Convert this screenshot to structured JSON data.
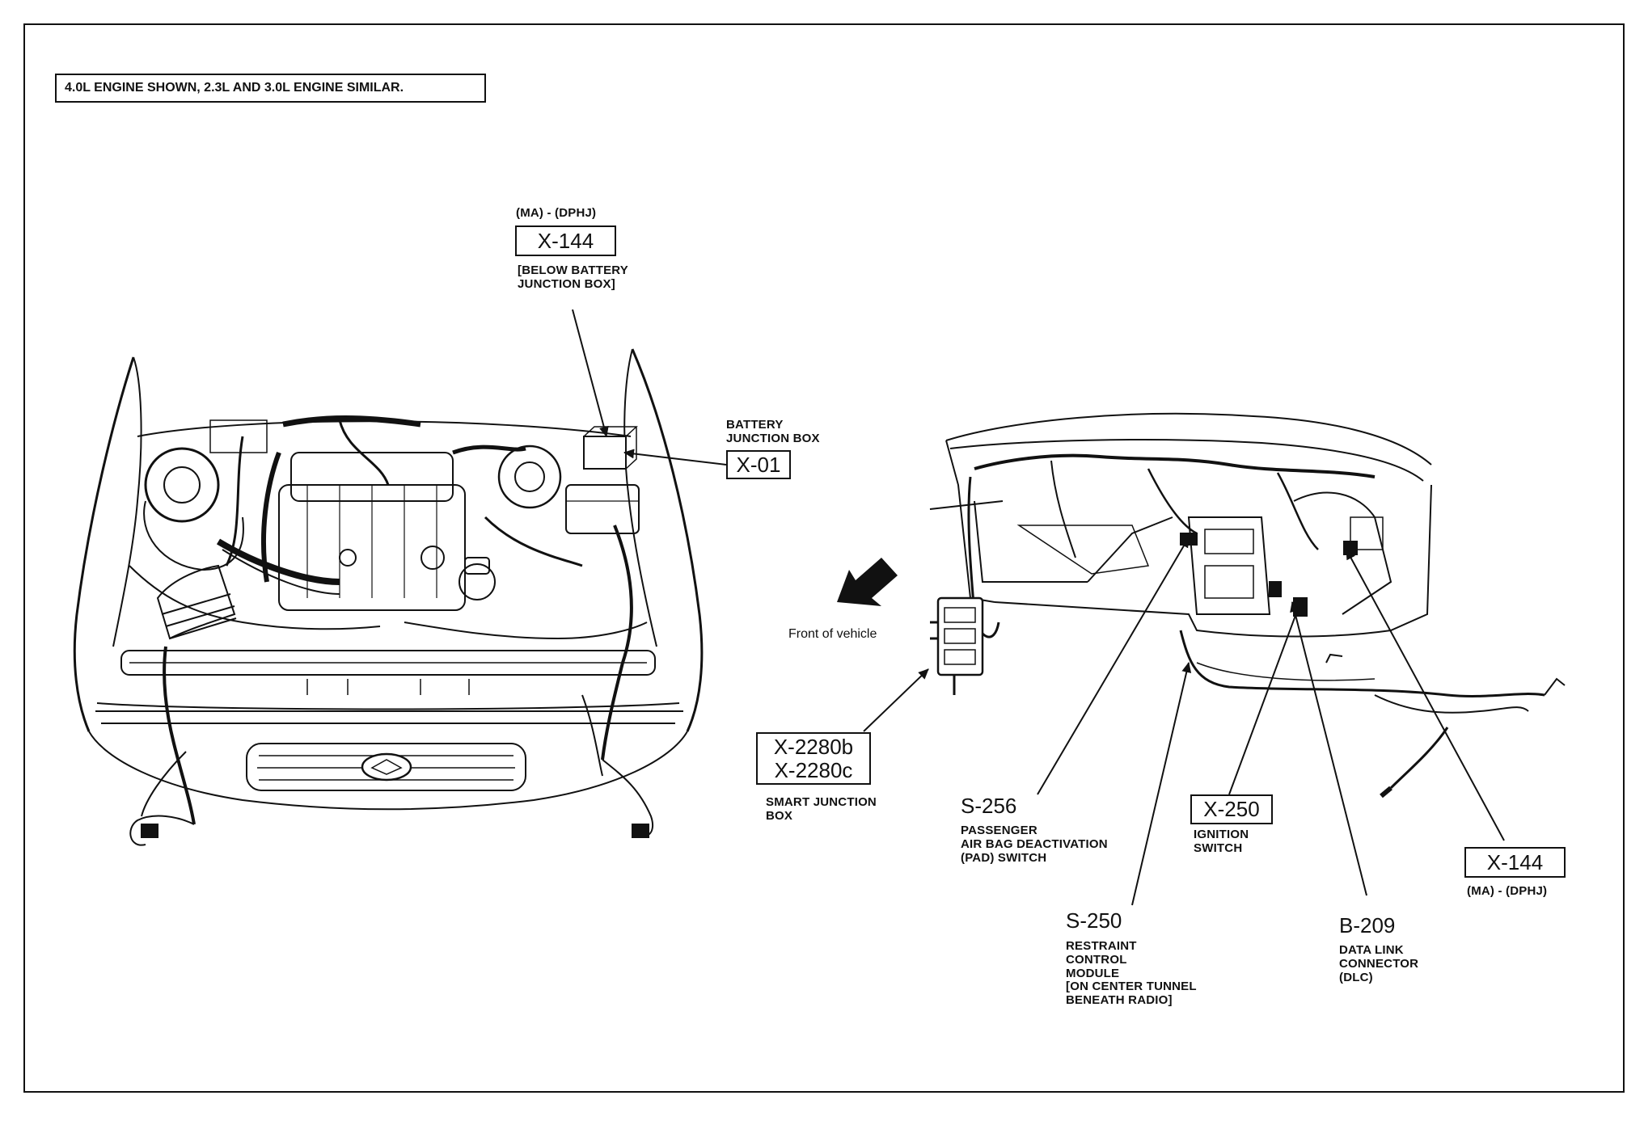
{
  "note": "4.0L ENGINE SHOWN, 2.3L AND 3.0L ENGINE SIMILAR.",
  "front_label": "Front of vehicle",
  "callouts": {
    "x144_top": {
      "pre": "(MA) - (DPHJ)",
      "code": "X-144",
      "desc": [
        "[BELOW BATTERY",
        "JUNCTION BOX]"
      ]
    },
    "x01": {
      "desc": [
        "BATTERY",
        "JUNCTION BOX"
      ],
      "code": "X-01"
    },
    "x2280": {
      "codes": [
        "X-2280b",
        "X-2280c"
      ],
      "desc": [
        "SMART JUNCTION",
        "BOX"
      ]
    },
    "s256": {
      "code": "S-256",
      "desc": [
        "PASSENGER",
        "AIR BAG DEACTIVATION",
        "(PAD) SWITCH"
      ]
    },
    "x250": {
      "code": "X-250",
      "desc": [
        "IGNITION",
        "SWITCH"
      ]
    },
    "x144_right": {
      "code": "X-144",
      "post": "(MA) - (DPHJ)"
    },
    "s250": {
      "code": "S-250",
      "desc": [
        "RESTRAINT",
        "CONTROL",
        "MODULE",
        "[ON CENTER TUNNEL",
        "BENEATH RADIO]"
      ]
    },
    "b209": {
      "code": "B-209",
      "desc": [
        "DATA LINK",
        "CONNECTOR",
        "(DLC)"
      ]
    }
  }
}
